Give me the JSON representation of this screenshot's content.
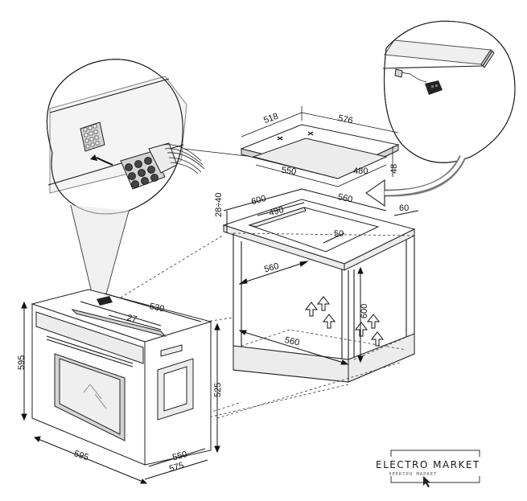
{
  "dimensions": {
    "hob_depth": "518",
    "hob_width": "576",
    "hob_height": "48",
    "hob_cut_depth": "480",
    "hob_cut_width": "550",
    "worktop_depth": "600",
    "worktop_cut": "560",
    "worktop_thickness": "28÷40",
    "worktop_edge": "60",
    "cut_depth": "490",
    "cut_edge": "50",
    "cabinet_inner_top": "560",
    "cabinet_inner_bottom": "560",
    "cabinet_height": "600",
    "oven_depth": "530",
    "oven_lip": "27",
    "oven_height": "595",
    "oven_body_height": "525",
    "oven_width": "595",
    "oven_body_depth": "550",
    "oven_total_depth": "575"
  },
  "logo": {
    "title": "ELECTRO MARKET",
    "subtitle": "ЭЛЕКТРО МАРКЕТ"
  },
  "colors": {
    "line": "#1a1a1a",
    "panel_grey": "#d4d4d4",
    "panel_light": "#ececec"
  }
}
